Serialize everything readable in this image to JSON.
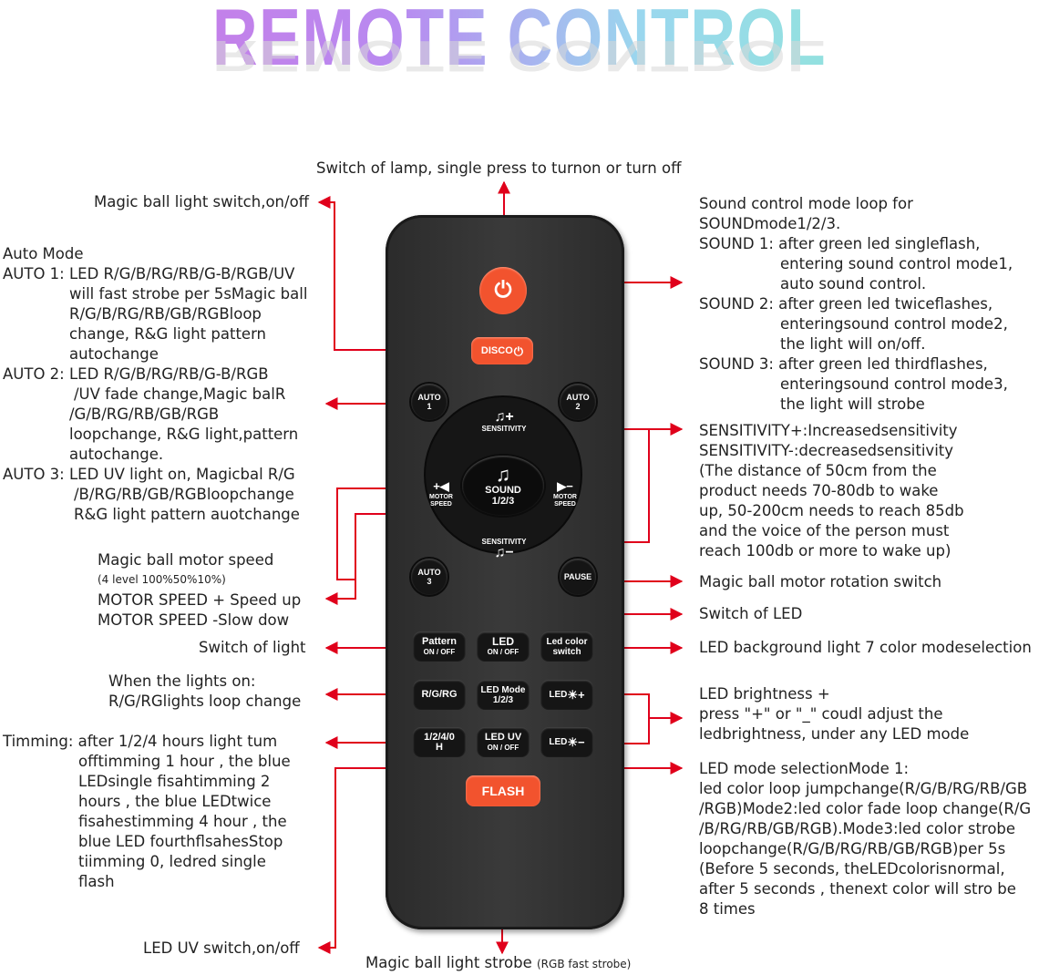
{
  "title": "REMOTE CONTROL",
  "top_label": "Switch of lamp, single press to turnon or turn off",
  "bottom_label": {
    "main": "Magic ball light strobe",
    "small": "(RGB fast strobe)"
  },
  "left_labels": {
    "magic_ball_switch": "Magic ball light switch,on/off",
    "auto_mode": [
      "Auto Mode",
      "AUTO 1: LED R/G/B/RG/RB/G-B/RGB/UV",
      "will fast strobe per 5sMagic ball",
      "R/G/B/RG/RB/GB/RGBloop",
      "change, R&G light pattern",
      "autochange",
      "AUTO 2: LED R/G/B/RG/RB/G-B/RGB",
      "/UV fade change,Magic balR",
      "/G/B/RG/RB/GB/RGB",
      "loopchange, R&G light,pattern",
      "autochange.",
      "AUTO 3: LED UV light on, Magicbal R/G",
      "/B/RG/RB/GB/RGBloopchange",
      "R&G light pattern auotchange"
    ],
    "motor_speed_title": "Magic ball motor speed",
    "motor_speed_small": "(4 level 100%50%10%)",
    "motor_speed_up": "MOTOR SPEED + Speed up",
    "motor_speed_down": "MOTOR SPEED -Slow dow",
    "switch_light": "Switch of light",
    "lights_on": [
      "When the lights on:",
      "R/G/RGlights loop change"
    ],
    "timming": [
      "Timming: after 1/2/4 hours light tum",
      "offtimming 1 hour , the blue",
      "LEDsingle fisahtimming 2",
      "hours , the blue LEDtwice",
      "fisahestimming 4 hour , the",
      "blue LED fourthflsahesStop",
      "tiimming 0, ledred single",
      "flash"
    ],
    "uv_switch": "LED UV switch,on/off"
  },
  "right_labels": {
    "sound": [
      "Sound control mode loop for",
      "SOUNDmode1/2/3.",
      "SOUND 1: after green led singleflash,",
      "entering sound control mode1,",
      "auto sound control.",
      "SOUND 2: after green led twiceflashes,",
      "enteringsound control mode2,",
      "the light will on/off.",
      "SOUND 3: after green led thirdflashes,",
      "enteringsound control mode3,",
      "the light will strobe"
    ],
    "sensitivity": [
      "SENSITIVITY+:Increasedsensitivity",
      "SENSITIVITY-:decreasedsensitivity",
      "(The distance of 50cm from the",
      "product needs 70-80db to wake",
      "up, 50-200cm needs to reach 85db",
      "and the voice of the person must",
      "reach 100db or more to wake up)"
    ],
    "motor_rotation": "Magic ball motor rotation switch",
    "switch_led": "Switch of LED",
    "led_background": "LED background light 7 color modeselection",
    "brightness": [
      "LED brightness +",
      "press \"+\" or \"_\" coudl adjust the",
      "ledbrightness, under any LED mode"
    ],
    "led_mode": [
      "LED mode selectionMode 1:",
      "led color loop jumpchange(R/G/B/RG/RB/GB",
      "/RGB)Mode2:led color fade loop change(R/G",
      "/B/RG/RB/GB/RGB).Mode3:led color strobe",
      "loopchange(R/G/B/RG/RB/GB/RGB)per 5s",
      "(Before 5 seconds, theLEDcolorisnormal,",
      "after 5 seconds , thenext color will stro be",
      "8 times"
    ]
  },
  "remote": {
    "disco": "DISCO",
    "auto1": [
      "AUTO",
      "1"
    ],
    "auto2": [
      "AUTO",
      "2"
    ],
    "auto3": [
      "AUTO",
      "3"
    ],
    "pause": "PAUSE",
    "sens_up": "SENSITIVITY",
    "sens_down": "SENSITIVITY",
    "sound": [
      "SOUND",
      "1/2/3"
    ],
    "motor_left": [
      "MOTOR",
      "SPEED"
    ],
    "motor_right": [
      "MOTOR",
      "SPEED"
    ],
    "pattern": [
      "Pattern",
      "ON / OFF"
    ],
    "led": [
      "LED",
      "ON / OFF"
    ],
    "led_color": [
      "Led color",
      "switch"
    ],
    "rgb": "R/G/RG",
    "led_mode": [
      "LED Mode",
      "1/2/3"
    ],
    "led_plus": "LED",
    "timer": [
      "1/2/4/0",
      "H"
    ],
    "led_uv": [
      "LED UV",
      "ON / OFF"
    ],
    "led_minus": "LED",
    "flash": "FLASH"
  },
  "colors": {
    "arrow": "#e0001b",
    "accent_red": "#f2532e",
    "remote_body": "#333333"
  }
}
